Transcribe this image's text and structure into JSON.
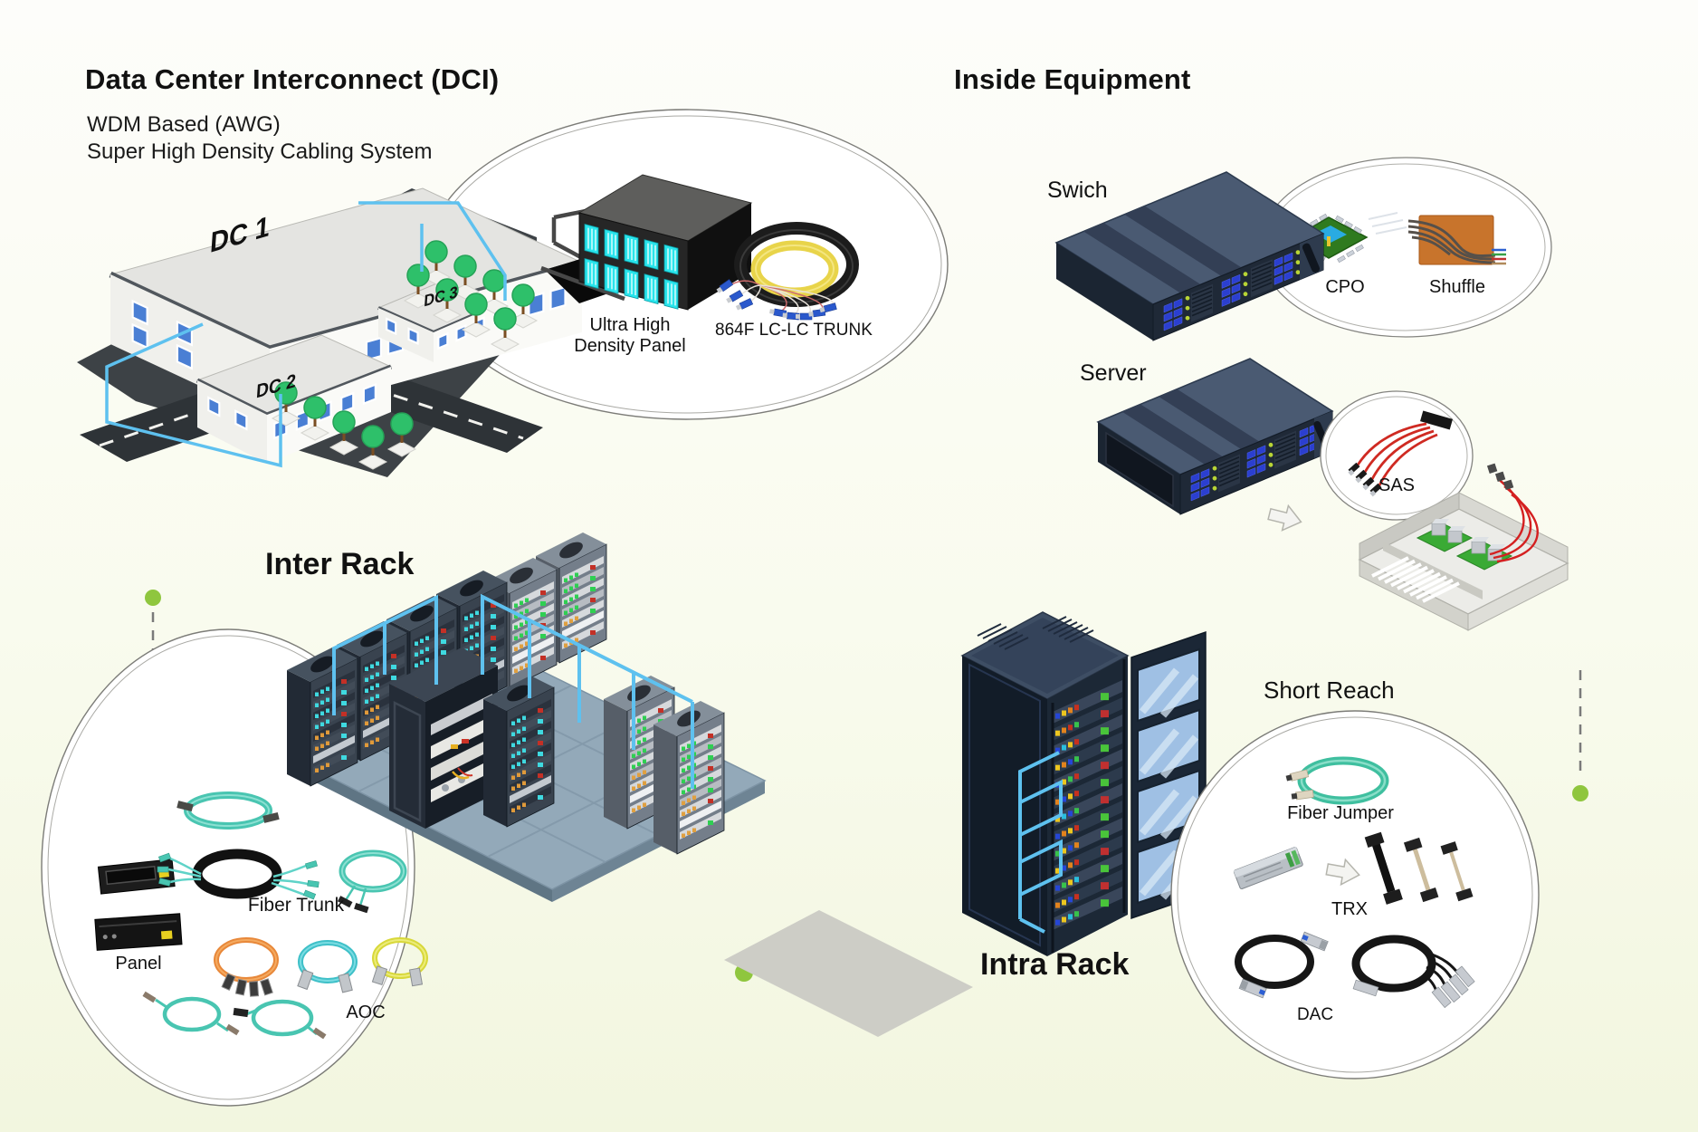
{
  "dci": {
    "title": "Data Center Interconnect (DCI)",
    "subtitle_line1": "WDM Based (AWG)",
    "subtitle_line2": "Super High Density Cabling System",
    "buildings": {
      "dc1": "DC 1",
      "dc2": "DC 2",
      "dc3": "DC 3"
    },
    "detail_bubble": {
      "panel_label_line1": "Ultra High",
      "panel_label_line2": "Density Panel",
      "trunk_label": "864F LC-LC TRUNK"
    }
  },
  "inside_equipment": {
    "title": "Inside Equipment",
    "switch_label": "Swich",
    "server_label": "Server",
    "chip_bubble": {
      "cpo_label": "CPO",
      "shuffle_label": "Shuffle"
    },
    "sas_bubble": {
      "sas_label": "SAS"
    }
  },
  "inter_rack": {
    "title": "Inter Rack",
    "cable_bubble": {
      "fiber_trunk_label": "Fiber Trunk",
      "panel_label": "Panel",
      "aoc_label": "AOC"
    }
  },
  "intra_rack": {
    "title": "Intra Rack",
    "short_reach_label": "Short Reach",
    "cable_bubble": {
      "fiber_jumper_label": "Fiber Jumper",
      "trx_label": "TRX",
      "dac_label": "DAC"
    }
  },
  "colors": {
    "cable_blue": "#5EC1EF",
    "marker_green": "#8FC63E",
    "led_cyan": "#3FD9E0",
    "led_green": "#2FCF52",
    "panel_cyan": "#29E4EC",
    "trunk_yellow": "#E8D44A",
    "aqua_fiber": "#49C5B1",
    "sas_red": "#CF2A22"
  }
}
